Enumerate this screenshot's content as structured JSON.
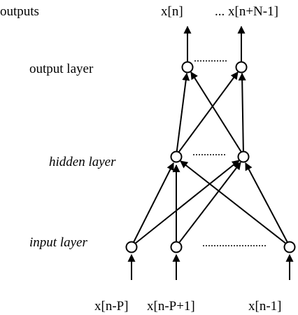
{
  "labels": {
    "outputs": "outputs",
    "output_layer": "output layer",
    "hidden_layer": "hidden layer",
    "input_layer": "input layer"
  },
  "outputs": {
    "first": "x[n]",
    "last": "... x[n+N-1]"
  },
  "inputs": {
    "first": "x[n-P]",
    "second": "x[n-P+1]",
    "last": "x[n-1]"
  }
}
